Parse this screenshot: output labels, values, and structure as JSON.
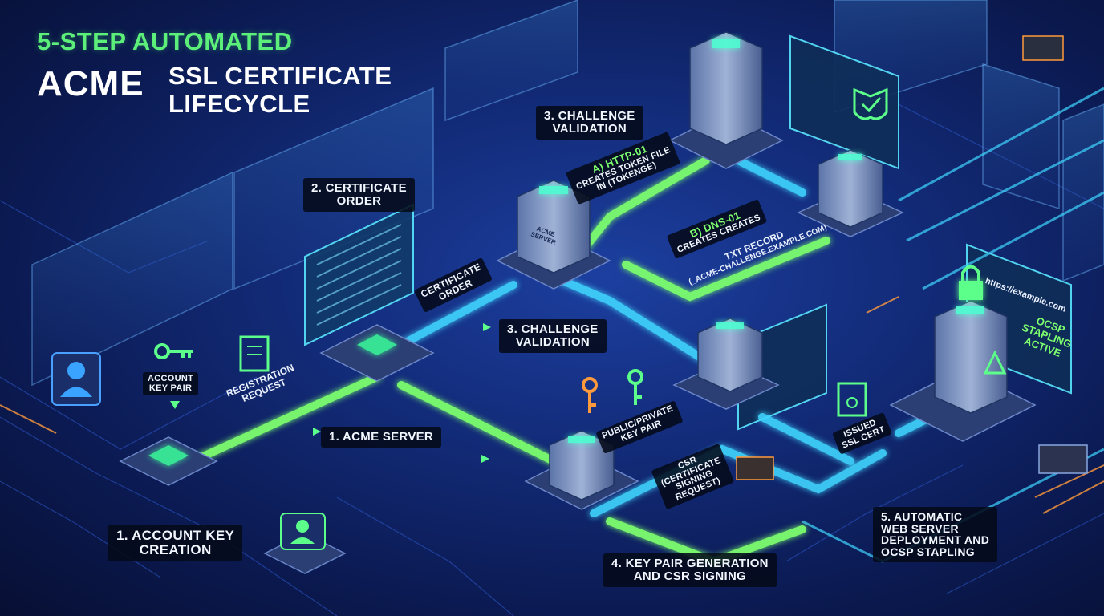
{
  "title": {
    "line1": "5-STEP AUTOMATED",
    "acme": "ACME",
    "line2a": "SSL CERTIFICATE",
    "line2b": "LIFECYCLE"
  },
  "steps": {
    "s1": {
      "a": "1. ACCOUNT KEY",
      "b": "CREATION"
    },
    "s2": {
      "a": "2. CERTIFICATE",
      "b": "ORDER"
    },
    "s3top": {
      "a": "3. CHALLENGE",
      "b": "VALIDATION"
    },
    "s3mid": {
      "a": "3. CHALLENGE",
      "b": "VALIDATION"
    },
    "s4": {
      "a": "4. KEY PAIR GENERATION",
      "b": "AND CSR SIGNING"
    },
    "s5": {
      "a": "5. AUTOMATIC",
      "b": "WEB SERVER",
      "c": "DEPLOYMENT AND",
      "d": "OCSP STAPLING"
    },
    "acme_server": "1. ACME SERVER"
  },
  "annotations": {
    "account_key": {
      "a": "ACCOUNT",
      "b": "KEY PAIR"
    },
    "registration": {
      "a": "REGISTRATION",
      "b": "REQUEST"
    },
    "cert_order": {
      "a": "CERTIFICATE",
      "b": "ORDER"
    },
    "http01": {
      "a": "A) HTTP-01",
      "b": "CREATES TOKEN FILE",
      "c": "IN (TOKENGE)"
    },
    "dns01": {
      "a": "B) DNS-01",
      "b": "CREATES CREATES"
    },
    "txt_record": {
      "a": "TXT RECORD",
      "b": "(_ACME-CHALLENGE.EXAMPLE.COM)"
    },
    "public_private": {
      "a": "PUBLIC/PRIVATE",
      "b": "KEY PAIR"
    },
    "csr": {
      "a": "CSR",
      "b": "(CERTIFICATE",
      "c": "SIGNING",
      "d": "REQUEST)"
    },
    "issued": {
      "a": "ISSUED",
      "b": "SSL CERT"
    },
    "browser_url": "https://example.com",
    "ocsp": {
      "a": "OCSP",
      "b": "STAPLING",
      "c": "ACTIVE"
    },
    "acme_server_box": {
      "a": "ACME",
      "b": "SERVER"
    }
  },
  "colors": {
    "accent_green": "#7dff6e",
    "accent_cyan": "#3fd6ff",
    "background": "#132c7a"
  },
  "icons": [
    "user-icon",
    "key-icon",
    "document-icon",
    "server-icon",
    "shield-check-icon",
    "padlock-icon",
    "warning-icon",
    "certificate-icon",
    "chip-icon"
  ]
}
